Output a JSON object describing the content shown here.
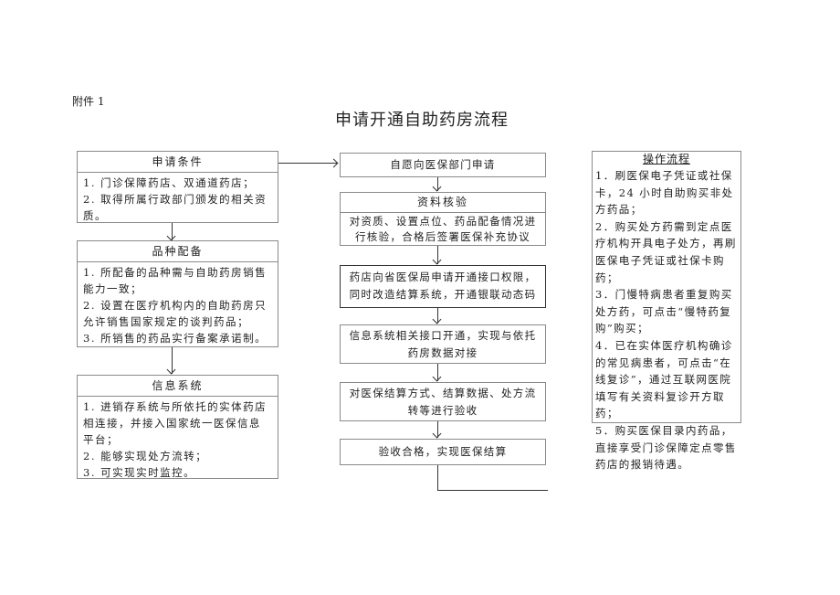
{
  "attachment_label": "附件 1",
  "title": "申请开通自助药房流程",
  "left_boxes": [
    {
      "header": "申请条件",
      "items": [
        "1. 门诊保障药店、双通道药店；",
        "2. 取得所属行政部门颁发的相关资质。"
      ]
    },
    {
      "header": "品种配备",
      "items": [
        "1. 所配备的品种需与自助药房销售能力一致；",
        "2. 设置在医疗机构内的自助药房只允许销售国家规定的谈判药品；",
        "3. 所销售的药品实行备案承诺制。"
      ]
    },
    {
      "header": "信息系统",
      "items": [
        "1. 进销存系统与所依托的实体药店相连接，并接入国家统一医保信息平台；",
        "2. 能够实现处方流转；",
        "3. 可实现实时监控。"
      ]
    }
  ],
  "middle_steps": {
    "step1": "自愿向医保部门申请",
    "step2_header": "资料核验",
    "step2_body": "对资质、设置点位、药品配备情况进行核验，合格后签署医保补充协议",
    "step3": "药店向省医保局申请开通接口权限，同时改造结算系统，开通银联动态码",
    "step4": "信息系统相关接口开通，实现与依托药房数据对接",
    "step5": "对医保结算方式、结算数据、处方流转等进行验收",
    "step6": "验收合格，实现医保结算"
  },
  "operation": {
    "header": "操作流程",
    "items": [
      "1．刷医保电子凭证或社保卡，24 小时自助购买非处方药品；",
      "2．购买处方药需到定点医疗机构开具电子处方，再刷医保电子凭证或社保卡购药；",
      "3．门慢特病患者重复购买处方药，可点击“慢特药复购”购买；",
      "4．已在实体医疗机构确诊的常见病患者，可点击“在线复诊”，通过互联网医院填写有关资料复诊开方取药；",
      "5．购买医保目录内药品，直接享受门诊保障定点零售药店的报销待遇。"
    ]
  }
}
